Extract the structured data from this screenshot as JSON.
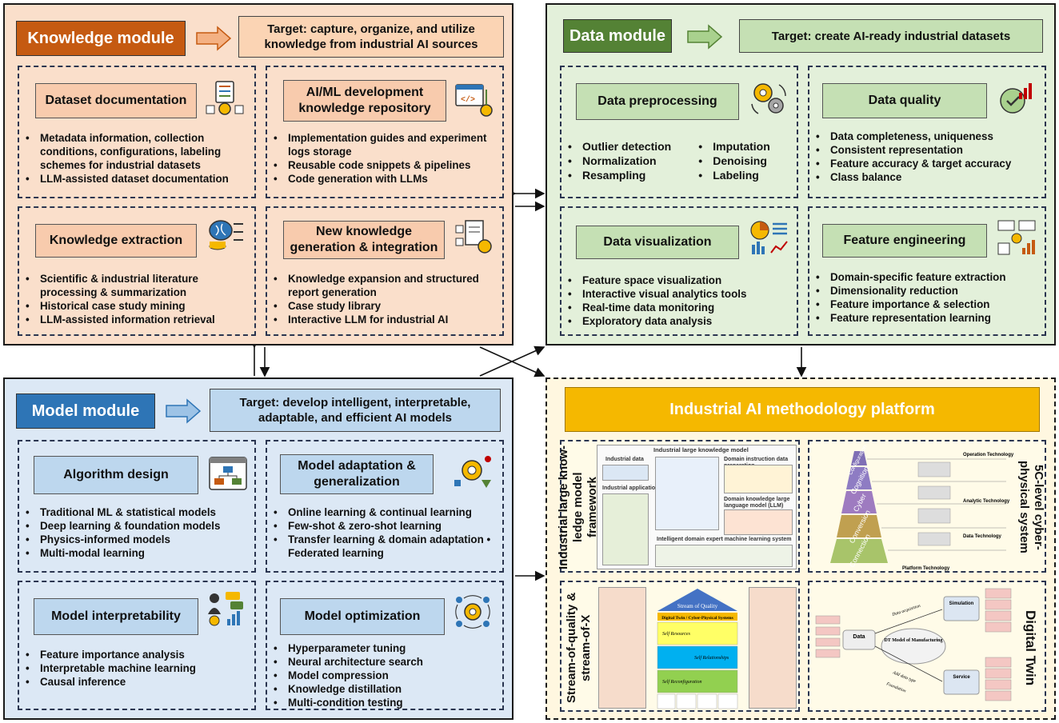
{
  "knowledge_module": {
    "title": "Knowledge module",
    "target": "Target: capture, organize, and utilize knowledge from industrial AI sources",
    "panels": [
      {
        "title": "Dataset documentation",
        "icon": "server-gear-icon",
        "bullets": [
          "Metadata information, collection conditions, configurations, labeling schemes for industrial datasets",
          "LLM-assisted dataset documentation"
        ]
      },
      {
        "title": "AI/ML development knowledge repository",
        "icon": "code-window-icon",
        "bullets": [
          "Implementation guides and experiment logs storage",
          "Reusable code snippets & pipelines",
          "Code generation with LLMs"
        ]
      },
      {
        "title": "Knowledge extraction",
        "icon": "brain-database-icon",
        "bullets": [
          "Scientific & industrial literature processing & summarization",
          "Historical case study mining",
          "LLM-assisted information retrieval"
        ]
      },
      {
        "title": "New knowledge generation & integration",
        "icon": "document-gear-icon",
        "bullets": [
          "Knowledge expansion and structured report generation",
          "Case study library",
          "Interactive LLM for industrial AI"
        ]
      }
    ]
  },
  "data_module": {
    "title": "Data module",
    "target": "Target: create AI-ready industrial datasets",
    "panels": [
      {
        "title": "Data preprocessing",
        "icon": "gears-cycle-icon",
        "col1": [
          "Outlier detection",
          "Normalization",
          "Resampling"
        ],
        "col2": [
          "Imputation",
          "Denoising",
          "Labeling"
        ]
      },
      {
        "title": "Data quality",
        "icon": "quality-badge-icon",
        "bullets": [
          "Data completeness, uniqueness",
          "Consistent representation",
          "Feature accuracy & target accuracy",
          "Class balance"
        ]
      },
      {
        "title": "Data visualization",
        "icon": "charts-icon",
        "bullets": [
          "Feature space visualization",
          "Interactive visual analytics tools",
          "Real-time data monitoring",
          "Exploratory data analysis"
        ]
      },
      {
        "title": "Feature engineering",
        "icon": "feature-flow-icon",
        "bullets": [
          "Domain-specific feature extraction",
          "Dimensionality reduction",
          "Feature importance & selection",
          "Feature representation learning"
        ]
      }
    ]
  },
  "model_module": {
    "title": "Model module",
    "target": "Target: develop intelligent, interpretable, adaptable, and efficient AI models",
    "panels": [
      {
        "title": "Algorithm design",
        "icon": "flowchart-window-icon",
        "bullets": [
          "Traditional ML & statistical models",
          "Deep learning & foundation models",
          "Physics-informed models",
          "Multi-modal learning"
        ]
      },
      {
        "title": "Model adaptation & generalization",
        "icon": "gear-shapes-icon",
        "bullets": [
          "Online learning & continual learning",
          "Few-shot & zero-shot learning",
          "Transfer learning & domain adaptation      •   Federated learning"
        ]
      },
      {
        "title": "Model interpretability",
        "icon": "presenter-chart-icon",
        "bullets": [
          "Feature importance analysis",
          "Interpretable machine learning",
          "Causal inference"
        ]
      },
      {
        "title": "Model optimization",
        "icon": "gear-cycle-icon",
        "bullets": [
          "Hyperparameter tuning",
          "Neural architecture search",
          "Model compression",
          "Knowledge distillation",
          "Multi-condition testing"
        ]
      }
    ]
  },
  "platform": {
    "title": "Industrial AI methodology platform",
    "panels": [
      {
        "label": "Industrial large know-ledge model framework",
        "figure_texts": [
          "Industrial large knowledge model",
          "Industrial data",
          "Industrial application",
          "Domain instruction data preparation",
          "Domain knowledge large language model (LLM)",
          "Intelligent domain expert machine learning system"
        ]
      },
      {
        "label": "5C-level cyber-physical system",
        "levels": [
          "Configuration",
          "Cognition",
          "Cyber",
          "Conversion",
          "Connection"
        ],
        "side_labels": [
          "Operation Technology",
          "Analytic Technology",
          "Data Technology"
        ],
        "bottom_label": "Platform Technology"
      },
      {
        "label": "Stream-of-quality & stream-of-X",
        "figure_texts": [
          "Stream of Quality",
          "Digital Twin / Cyber-Physical Systems",
          "Self Resources",
          "Self Relationships",
          "Self Reconfiguration"
        ]
      },
      {
        "label": "Digital Twin",
        "figure_texts": [
          "Data",
          "DT Model of Manufacturing",
          "Simulation",
          "Service",
          "Data acquisition",
          "Add data type",
          "Foundation"
        ]
      }
    ]
  },
  "colors": {
    "knowledge": "#c55a11",
    "data": "#548235",
    "model": "#2e75b6",
    "platform": "#f5b800"
  }
}
